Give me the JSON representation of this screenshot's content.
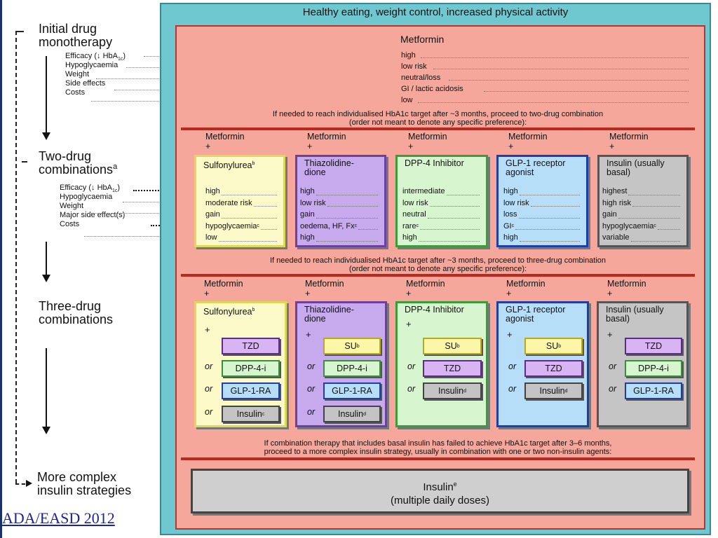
{
  "left_column": {
    "initial": "Initial drug monotherapy",
    "initial_line1": "Initial drug",
    "initial_line2": "monotherapy",
    "two_line1": "Two-drug",
    "two_line2": "combinations",
    "two_sup": "a",
    "three_line1": "Three-drug",
    "three_line2": "combinations",
    "complex_line1": "More complex",
    "complex_line2": "insulin strategies",
    "mono_labels": [
      "Efficacy (↓ HbA1c)",
      "Hypoglycaemia",
      "Weight",
      "Side effects",
      "Costs"
    ],
    "two_labels": [
      "Efficacy (↓ HbA1c)",
      "Hypoglycaemia",
      "Weight",
      "Major side effect(s)",
      "Costs"
    ]
  },
  "footer_credit": "ADA/EASD 2012",
  "header": "Healthy eating, weight control, increased physical activity",
  "metformin_mono": {
    "title": "Metformin",
    "values": [
      "high",
      "low risk",
      "neutral/loss",
      "GI / lactic acidosis",
      "low"
    ]
  },
  "note_two": [
    "If needed to reach individualised HbA1c target after ~3 months, proceed to two-drug combination",
    "(order not meant to denote any specific preference):"
  ],
  "note_three": [
    "If needed to reach individualised HbA1c target after ~3 months, proceed to three-drug combination",
    "(order not meant to denote any specific preference):"
  ],
  "note_complex": [
    "If combination therapy that includes basal insulin has failed to achieve HbA1c target after 3–6 months,",
    "proceed to a more complex insulin strategy, usually in combination with one or two non-insulin agents:"
  ],
  "metformin_label": "Metformin",
  "plus": "+",
  "or": "or",
  "two_drug": [
    {
      "name": "Sulfonylurea",
      "sup": "b",
      "values": [
        "high",
        "moderate risk",
        "gain",
        "hypoglycaemia",
        "low"
      ],
      "side_sup": "c"
    },
    {
      "name": "Thiazolidine-dione",
      "line1": "Thiazolidine-",
      "line2": "dione",
      "values": [
        "high",
        "low risk",
        "gain",
        "oedema, HF, Fx",
        "high"
      ],
      "side_sup": "c"
    },
    {
      "name": "DPP-4 Inhibitor",
      "values": [
        "intermediate",
        "low risk",
        "neutral",
        "rare",
        "high"
      ],
      "side_sup": "c"
    },
    {
      "name": "GLP-1 receptor agonist",
      "line1": "GLP-1 receptor",
      "line2": "agonist",
      "values": [
        "high",
        "low risk",
        "loss",
        "GI",
        "high"
      ],
      "side_sup": "c"
    },
    {
      "name": "Insulin (usually basal)",
      "line1": "Insulin (usually",
      "line2": "basal)",
      "values": [
        "highest",
        "high risk",
        "gain",
        "hypoglycaemia",
        "variable"
      ],
      "side_sup": "c"
    }
  ],
  "three_drug": [
    {
      "line1": "Sulfonylurea",
      "sup": "b",
      "line2": "",
      "options": [
        "TZD",
        "DPP-4-i",
        "GLP-1-RA",
        "Insulin"
      ],
      "ins_sup": "c"
    },
    {
      "line1": "Thiazolidine-",
      "line2": "dione",
      "options": [
        "SU",
        "DPP-4-i",
        "GLP-1-RA",
        "Insulin"
      ],
      "su_sup": "b",
      "ins_sup": "d"
    },
    {
      "line1": "DPP-4 Inhibitor",
      "line2": "",
      "options": [
        "SU",
        "TZD",
        "Insulin"
      ],
      "su_sup": "b",
      "ins_sup": "d"
    },
    {
      "line1": "GLP-1 receptor",
      "line2": "agonist",
      "options": [
        "SU",
        "TZD",
        "Insulin"
      ],
      "su_sup": "b",
      "ins_sup": "d"
    },
    {
      "line1": "Insulin (usually",
      "line2": "basal)",
      "options": [
        "TZD",
        "DPP-4-i",
        "GLP-1-RA"
      ]
    }
  ],
  "final_box": {
    "line1": "Insulin",
    "sup": "e",
    "line2": "(multiple daily doses)"
  },
  "colors": {
    "outer": "#6fc7cf",
    "inner": "#f4a79a",
    "su": "#fbfac8",
    "tzd": "#c7a9ee",
    "dpp": "#d7f6cf",
    "glp": "#b7def8",
    "insulin": "#c5c5c5",
    "red": "#b82a1f"
  }
}
